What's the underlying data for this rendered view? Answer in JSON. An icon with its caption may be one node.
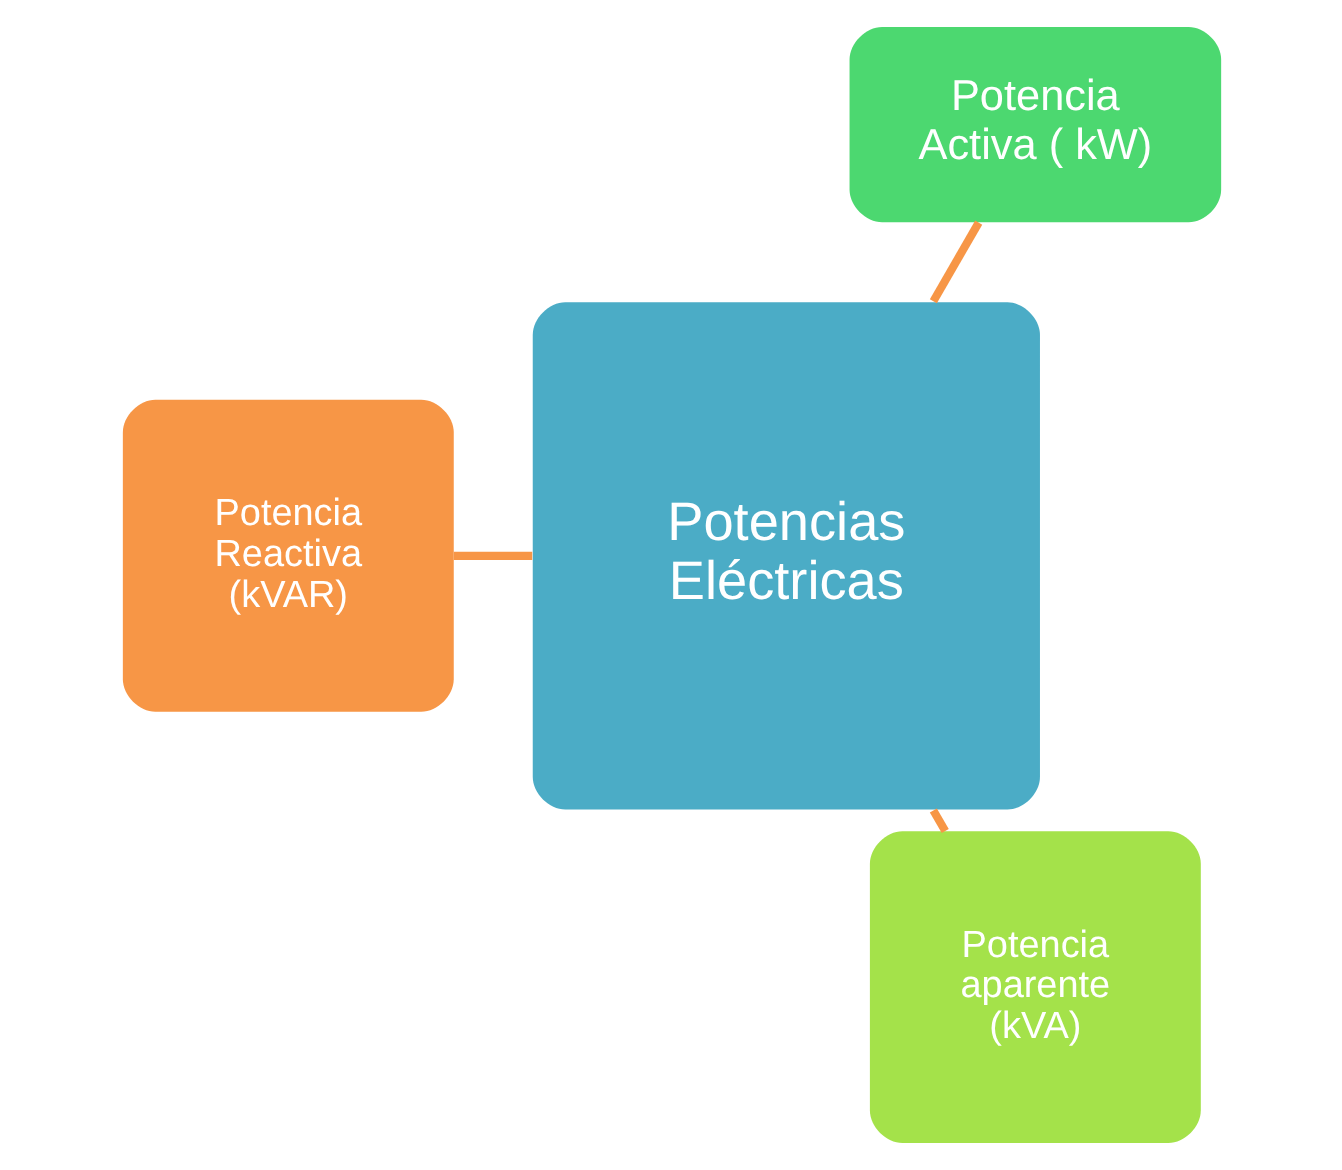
{
  "diagram": {
    "nodes": [
      {
        "text": [
          "Potencia Activa ( kW)"
        ]
      },
      {
        "text": [
          "Potencias Eléctricas"
        ]
      },
      {
        "text": [
          "Potencia Reactiva (kVAR)"
        ]
      },
      {
        "text": [
          "Potencia aparente (kVA)"
        ]
      }
    ],
    "edges": [
      {
        "from": 1,
        "to": 0,
        "arrow": "none"
      },
      {
        "from": 1,
        "to": 2,
        "arrow": "none"
      },
      {
        "from": 1,
        "to": 3,
        "arrow": "none"
      }
    ]
  }
}
